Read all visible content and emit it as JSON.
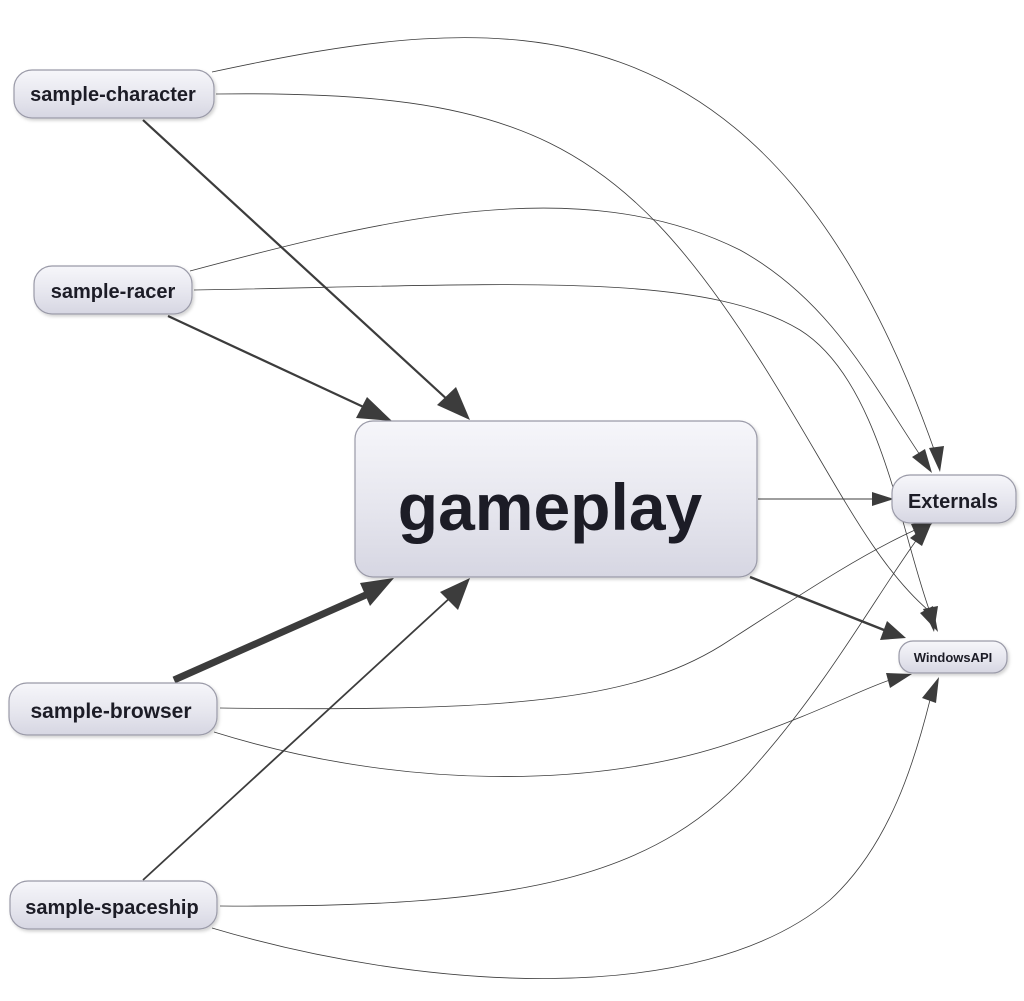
{
  "diagram": {
    "nodes": [
      {
        "id": "sample-character",
        "label": "sample-character"
      },
      {
        "id": "sample-racer",
        "label": "sample-racer"
      },
      {
        "id": "gameplay",
        "label": "gameplay"
      },
      {
        "id": "sample-browser",
        "label": "sample-browser"
      },
      {
        "id": "sample-spaceship",
        "label": "sample-spaceship"
      },
      {
        "id": "externals",
        "label": "Externals"
      },
      {
        "id": "windowsapi",
        "label": "WindowsAPI"
      }
    ],
    "edges": [
      {
        "from": "sample-character",
        "to": "gameplay"
      },
      {
        "from": "sample-character",
        "to": "externals"
      },
      {
        "from": "sample-character",
        "to": "windowsapi"
      },
      {
        "from": "sample-racer",
        "to": "gameplay"
      },
      {
        "from": "sample-racer",
        "to": "externals"
      },
      {
        "from": "sample-racer",
        "to": "windowsapi"
      },
      {
        "from": "sample-browser",
        "to": "gameplay"
      },
      {
        "from": "sample-browser",
        "to": "externals"
      },
      {
        "from": "sample-browser",
        "to": "windowsapi"
      },
      {
        "from": "sample-spaceship",
        "to": "gameplay"
      },
      {
        "from": "sample-spaceship",
        "to": "externals"
      },
      {
        "from": "sample-spaceship",
        "to": "windowsapi"
      },
      {
        "from": "gameplay",
        "to": "externals"
      },
      {
        "from": "gameplay",
        "to": "windowsapi"
      }
    ],
    "colors": {
      "node_fill_top": "#f4f4f8",
      "node_fill_bottom": "#dcdce6",
      "node_border": "#9a9aa8",
      "label": "#1c1c26",
      "edge": "#3c3c3c",
      "background": "#ffffff"
    }
  }
}
